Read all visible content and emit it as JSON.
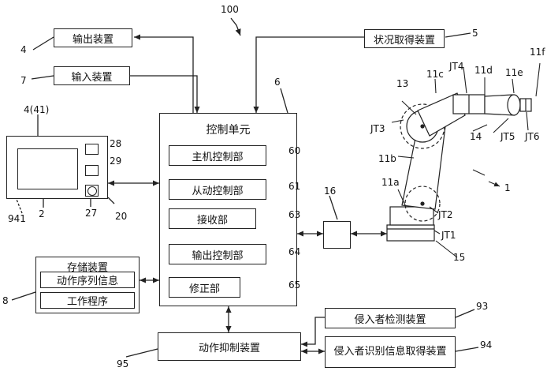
{
  "figure_number": "100",
  "control_unit": {
    "title": "控制单元",
    "ref": "6",
    "modules": [
      {
        "label": "主机控制部",
        "ref": "60"
      },
      {
        "label": "从动控制部",
        "ref": "61"
      },
      {
        "label": "接收部",
        "ref": "63"
      },
      {
        "label": "输出控制部",
        "ref": "64"
      },
      {
        "label": "修正部",
        "ref": "65"
      }
    ]
  },
  "output_device": {
    "label": "输出装置",
    "ref": "4"
  },
  "input_device": {
    "label": "输入装置",
    "ref": "7"
  },
  "status_device": {
    "label": "状况取得装置",
    "ref": "5"
  },
  "storage": {
    "title": "存储装置",
    "ref": "8",
    "items": [
      "动作序列信息",
      "工作程序"
    ]
  },
  "motion_suppress": {
    "label": "动作抑制装置",
    "ref": "95"
  },
  "intruder_detect": {
    "label": "侵入者检测装置",
    "ref": "93"
  },
  "intruder_id": {
    "label": "侵入者识别信息取得装置",
    "ref": "94"
  },
  "terminal": {
    "ref_screen": "4(41)",
    "ref_body": "2",
    "ref_group": "20",
    "ref_941": "941",
    "ref_28": "28",
    "ref_29": "29",
    "ref_27": "27"
  },
  "box16": {
    "ref": "16"
  },
  "robot": {
    "ref_robot": "1",
    "ref_base": "15",
    "ref_13": "13",
    "ref_14": "14",
    "links": [
      "11a",
      "11b",
      "11c",
      "11d",
      "11e",
      "11f"
    ],
    "joints": [
      "JT1",
      "JT2",
      "JT3",
      "JT4",
      "JT5",
      "JT6"
    ]
  }
}
